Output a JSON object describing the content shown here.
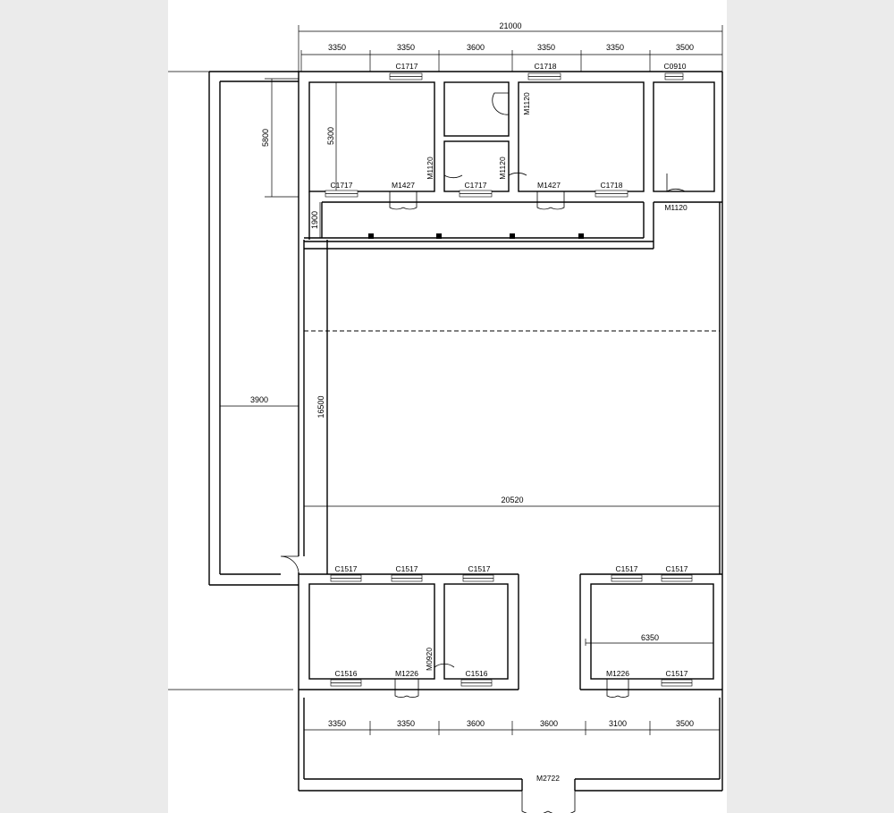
{
  "dimensions": {
    "overall_top": "21000",
    "top_chain": [
      "3350",
      "3350",
      "3600",
      "3350",
      "3350",
      "3500"
    ],
    "bottom_chain": [
      "3350",
      "3350",
      "3600",
      "3600",
      "3100",
      "3500"
    ],
    "left_vertical": "5800",
    "room_depth": "5300",
    "corridor_depth": "1900",
    "west_yard_width": "3900",
    "courtyard_depth": "16500",
    "courtyard_width": "20520",
    "east_block_width": "6350"
  },
  "labels": {
    "top_windows": [
      "C1717",
      "C1718",
      "C0910"
    ],
    "north_wall_openings": [
      "C1717",
      "M1427",
      "C1717",
      "M1427",
      "C1718"
    ],
    "small_doors": [
      "M1120",
      "M1120",
      "M1120",
      "M1120"
    ],
    "south_top_windows": [
      "C1517",
      "C1517",
      "C1517",
      "C1517",
      "C1517"
    ],
    "south_bottom_left": [
      "C1516",
      "M1226",
      "C1516"
    ],
    "south_inner_door": "M0920",
    "south_bottom_right": [
      "M1226",
      "C1517"
    ],
    "main_gate": "M2722"
  }
}
